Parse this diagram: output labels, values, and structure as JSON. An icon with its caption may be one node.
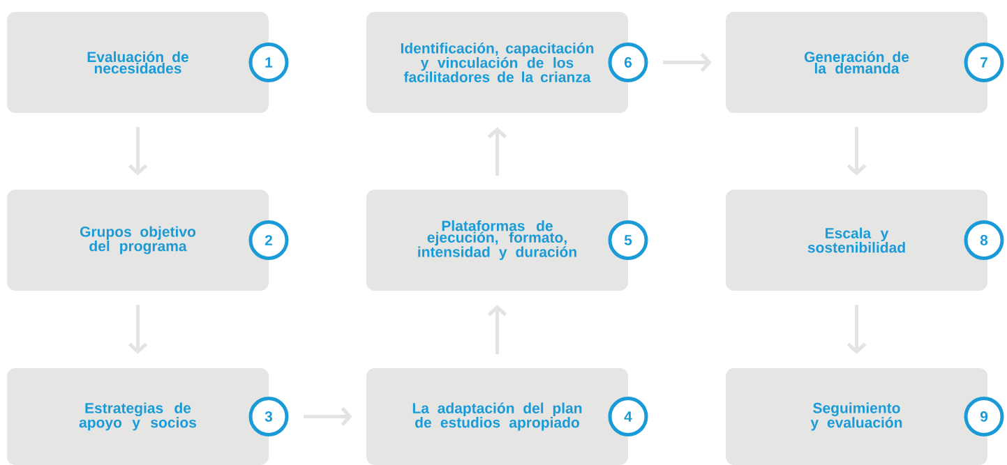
{
  "diagram": {
    "nodes": [
      {
        "text": [
          "Evaluación de necesidades",
          "1"
        ]
      },
      {
        "text": [
          "Grupos objetivo del programa",
          "2"
        ]
      },
      {
        "text": [
          "Estrategias de apoyo y socios",
          "3"
        ]
      },
      {
        "text": [
          "La adaptación del plan de estudios apropiado",
          "4"
        ]
      },
      {
        "text": [
          "Plataformas de ejecución, formato, intensidad y duración",
          "5"
        ]
      },
      {
        "text": [
          "Identificación, capacitación y vinculación de los facilitadores de la crianza",
          "6"
        ]
      },
      {
        "text": [
          "Generación de la demanda",
          "7"
        ]
      },
      {
        "text": [
          "Escala y sostenibilidad",
          "8"
        ]
      },
      {
        "text": [
          "Seguimiento y evaluación",
          "9"
        ]
      }
    ],
    "edges": [
      {
        "from": 0,
        "to": 1,
        "arrow": "to"
      },
      {
        "from": 1,
        "to": 2,
        "arrow": "to"
      },
      {
        "from": 2,
        "to": 3,
        "arrow": "to"
      },
      {
        "from": 3,
        "to": 4,
        "arrow": "to"
      },
      {
        "from": 4,
        "to": 5,
        "arrow": "to"
      },
      {
        "from": 5,
        "to": 6,
        "arrow": "to"
      },
      {
        "from": 6,
        "to": 7,
        "arrow": "to"
      },
      {
        "from": 7,
        "to": 8,
        "arrow": "to"
      }
    ]
  }
}
